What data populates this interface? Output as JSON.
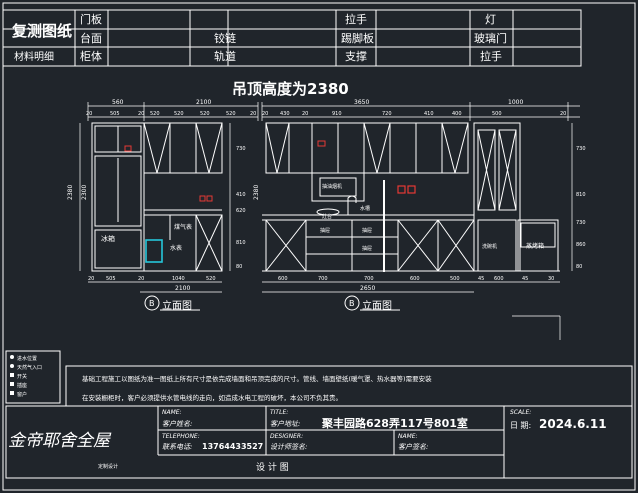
{
  "header": {
    "title": "复测图纸",
    "subtitle": "材料明细",
    "cells": [
      {
        "label": "门板",
        "value": ""
      },
      {
        "label": "台面",
        "value": ""
      },
      {
        "label": "柜体",
        "value": ""
      },
      {
        "label": "铰链",
        "value": ""
      },
      {
        "label": "轨道",
        "value": ""
      },
      {
        "label": "拉手",
        "value": ""
      },
      {
        "label": "踢脚板",
        "value": ""
      },
      {
        "label": "支撑",
        "value": ""
      },
      {
        "label": "灯",
        "value": ""
      },
      {
        "label": "玻璃门",
        "value": ""
      },
      {
        "label": "拉手",
        "value": ""
      }
    ]
  },
  "drawing": {
    "ceiling_height_text": "吊顶高度为2380",
    "left_elevation": {
      "marker": "B",
      "label": "立面图",
      "top_dims": [
        "560",
        "2100"
      ],
      "dims_row2": [
        "20",
        "505",
        "20",
        "520",
        "520",
        "520",
        "520",
        "20"
      ],
      "height_dims": [
        "2380",
        "2300",
        "730",
        "410",
        "620",
        "810",
        "80"
      ],
      "bottom_dims": [
        "20",
        "505",
        "20",
        "1040",
        "520"
      ],
      "bottom_total": "2100",
      "texts": [
        "冰箱",
        "煤气表",
        "水表"
      ]
    },
    "right_elevation": {
      "marker": "B",
      "label": "立面图",
      "top_dims": [
        "3650",
        "1000"
      ],
      "dims_row2": [
        "20",
        "430",
        "20",
        "910",
        "720",
        "410",
        "400",
        "500",
        "20"
      ],
      "height_dims": [
        "2380",
        "730",
        "810",
        "730",
        "860",
        "80"
      ],
      "bottom_dims": [
        "600",
        "700",
        "700",
        "600",
        "500",
        "45",
        "600",
        "45",
        "30"
      ],
      "bottom_total": "2650",
      "texts": [
        "抽油烟机",
        "灶台",
        "水槽",
        "抽屉",
        "抽屉",
        "抽屉",
        "洗碗机",
        "蒸烤箱"
      ]
    }
  },
  "legend": [
    {
      "label": "进水位置"
    },
    {
      "label": "天然气入口"
    },
    {
      "label": "开关"
    },
    {
      "label": "插座"
    },
    {
      "label": "窗户"
    }
  ],
  "notes": [
    "基础工程施工以图纸为准一图纸上所有尺寸是依完成墙面和吊顶完成的尺寸。管线、墙面壁纸(暖气罩、热水器等)需要安装",
    "在安装橱柜时，客户必须提供水管电线的走向，如造成水电工程的破坏，本公司不负其责。"
  ],
  "titleblock": {
    "company": "金帝耶舍全屋",
    "company_sub": "定制设计",
    "name_label": "NAME:",
    "client_label": "客户姓名:",
    "telephone_label": "TELEPHONE:",
    "phone_label": "联系电话:",
    "phone": "13764433527",
    "title_label": "TITLE:",
    "address_label": "客户地址:",
    "address": "聚丰园路628弄117号801室",
    "designer_en_label": "DESIGNER:",
    "designer_label": "设计师签名:",
    "name2_label": "NAME:",
    "client_sign_label": "客户签名:",
    "scale_label": "SCALE:",
    "date_label": "日 期:",
    "date": "2024.6.11",
    "footer": "设        计        图"
  },
  "colors": {
    "background": "#20252b",
    "line": "#ffffff",
    "yellow": "#f2e34a",
    "red": "#e53935",
    "cyan": "#26c6da"
  }
}
